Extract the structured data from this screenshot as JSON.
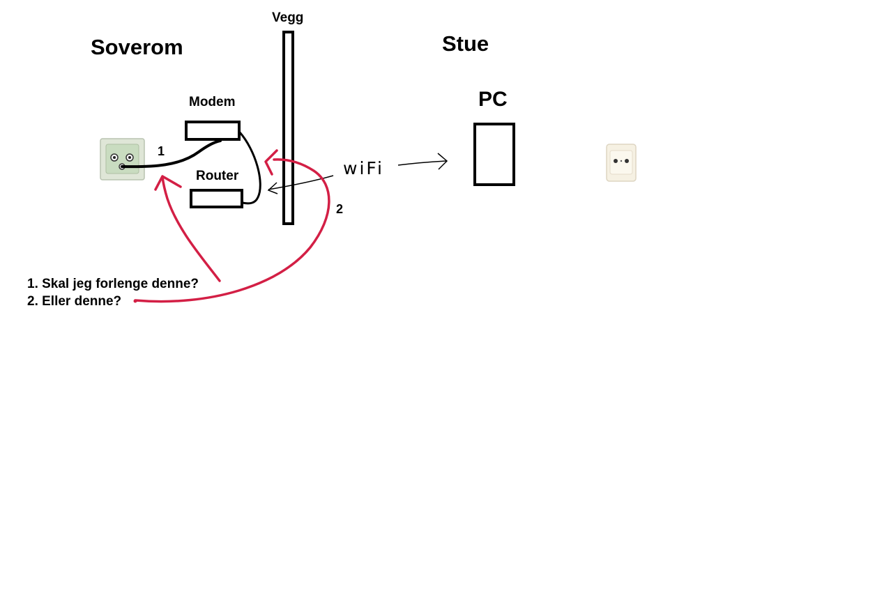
{
  "rooms": {
    "left": "Soverom",
    "right": "Stue"
  },
  "wall": {
    "label": "Vegg"
  },
  "devices": {
    "modem": "Modem",
    "router": "Router",
    "pc": "PC"
  },
  "wireless": {
    "label": "wiFi"
  },
  "markers": {
    "one": "1",
    "two": "2"
  },
  "questions": [
    "1. Skal jeg forlenge denne?",
    "2. Eller denne?"
  ],
  "colors": {
    "arrow": "#d31f45",
    "line": "#000000",
    "outlet_left": "#cfe0c6",
    "outlet_right": "#f4efe0"
  },
  "icons": [
    "wall-outlet-icon",
    "wall-outlet-icon"
  ]
}
